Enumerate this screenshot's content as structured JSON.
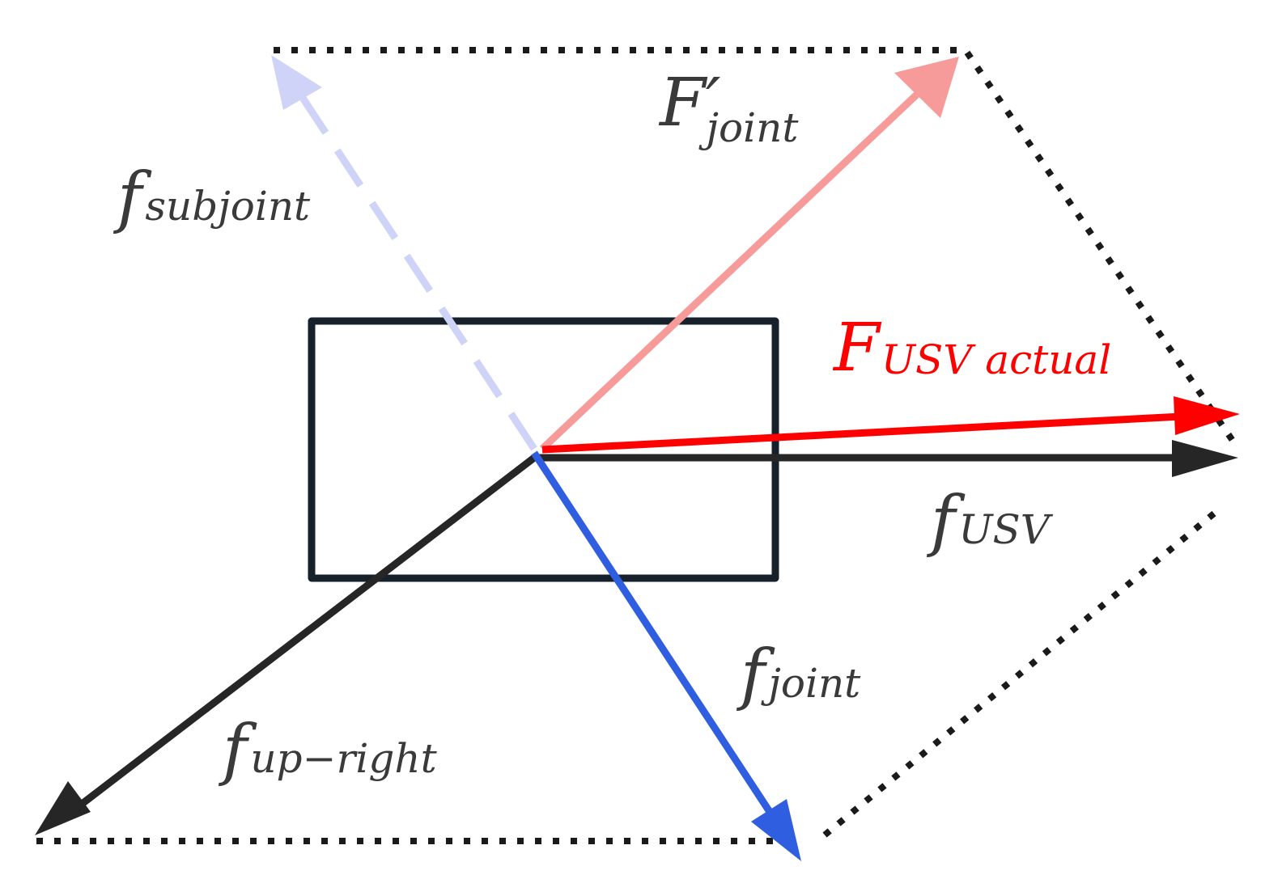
{
  "labels": {
    "f_subjoint": {
      "main": "f",
      "sub": "subjoint"
    },
    "f_joint_prime": {
      "main": "F′",
      "sub": "joint"
    },
    "F_usv_actual": {
      "main": "F",
      "sub": "USV actual"
    },
    "f_usv": {
      "main": "f",
      "sub": "USV"
    },
    "f_joint": {
      "main": "f",
      "sub": "joint"
    },
    "f_up_right": {
      "main": "f",
      "sub": "up−right"
    }
  },
  "colors": {
    "boat_outline": "#17212b",
    "f_subjoint": "#cfd3f7",
    "f_joint_prime": "#f79a9a",
    "F_usv_actual": "#ff0000",
    "f_usv": "#262626",
    "f_joint": "#2f5fe0",
    "f_up_right": "#262626",
    "dotted": "#1a1a1a",
    "label_text": "#3a3a3a"
  }
}
